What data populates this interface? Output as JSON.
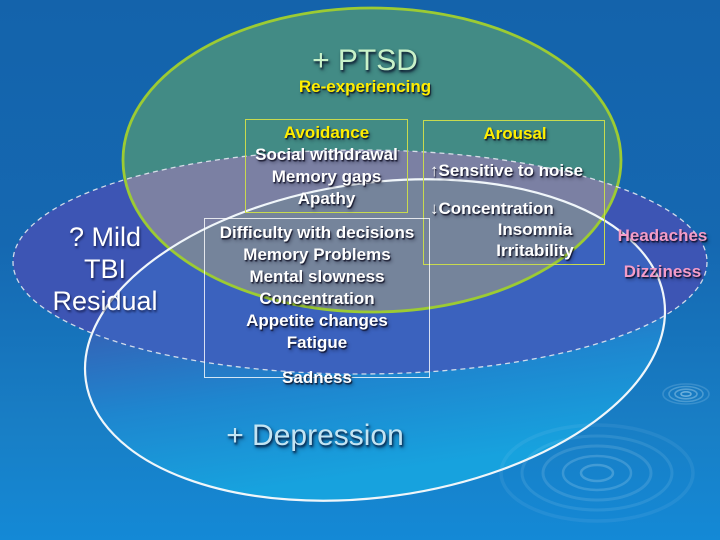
{
  "venn": {
    "ptsd": {
      "title": "+ PTSD",
      "subtitle": "Re-experiencing"
    },
    "depression": {
      "title": "+ Depression"
    },
    "tbi": {
      "line1": "? Mild",
      "line2": "TBI",
      "line3": "Residual"
    },
    "avoidance": {
      "title": "Avoidance",
      "item1": "Social withdrawal",
      "item2": "Memory gaps",
      "item3": "Apathy"
    },
    "arousal": {
      "title": "Arousal",
      "up_arrow": "↑",
      "item_up": "Sensitive to noise",
      "down_arrow": "↓",
      "item_down": "Concentration",
      "item2": "Insomnia",
      "item3": "Irritability"
    },
    "shared": {
      "item1": "Difficulty with decisions",
      "item2": "Memory Problems",
      "item3": "Mental slowness",
      "item4": "Concentration",
      "item5": "Appetite changes",
      "item6": "Fatigue",
      "item7": "Sadness"
    },
    "somatic": {
      "item1": "Headaches",
      "item2": "Dizziness"
    },
    "colors": {
      "background_top": "#1464AC",
      "background_bottom": "#1486D4",
      "ptsd_fill": "#428B85",
      "ptsd_stroke": "#9CCB33",
      "tbi_fill": "#3D55B4",
      "tbi_stroke_dashed": "#E2E8F0",
      "ptsd_tbi_overlap": "#7B80A3",
      "triple_overlap": "#75849B",
      "tbi_depression_overlap": "#3B62BE",
      "depression_stroke": "#F0F6FA",
      "depression_top": "#3168BA",
      "depression_bottom": "#17A2DE",
      "title_green": "#C9F2C9",
      "title_pale_blue": "#C3E4F3",
      "label_yellow": "#FFEE00",
      "label_pink": "#F49CC8"
    }
  }
}
